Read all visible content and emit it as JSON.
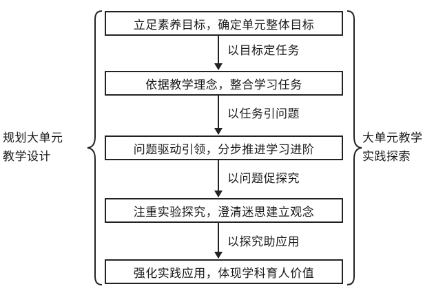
{
  "steps": [
    "立足素养目标，确定单元整体目标",
    "依据教学理念，整合学习任务",
    "问题驱动引领，分步推进学习进阶",
    "注重实验探究，澄清迷思建立观念",
    "强化实践应用，体现学科育人价值"
  ],
  "arrows": [
    "以目标定任务",
    "以任务引问题",
    "以问题促探究",
    "以探究助应用"
  ],
  "left_label": [
    "规划大单元",
    "教学设计"
  ],
  "right_label": [
    "大单元教学",
    "实践探索"
  ]
}
